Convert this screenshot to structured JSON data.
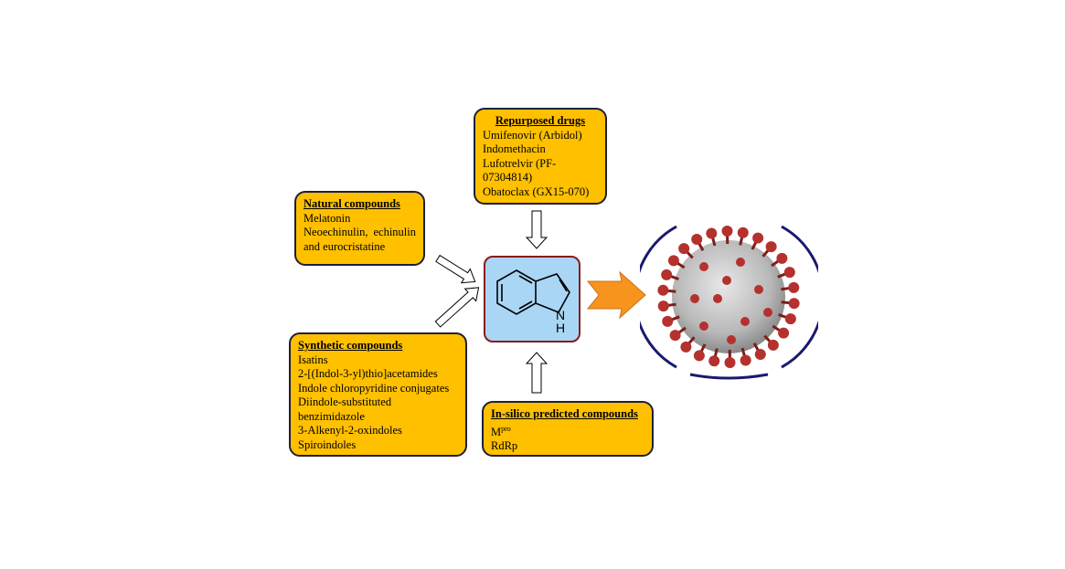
{
  "natural": {
    "title": "Natural compounds",
    "lines": [
      "Melatonin",
      "Neoechinulin, echinulin",
      "and eurocristatine"
    ]
  },
  "repurposed": {
    "title": "Repurposed drugs",
    "lines": [
      "Umifenovir (Arbidol)",
      "Indomethacin",
      "Lufotrelvir (PF-",
      "07304814)",
      "Obatoclax (GX15-070)"
    ]
  },
  "synthetic": {
    "title": "Synthetic compounds",
    "lines": [
      "Isatins",
      "2-[(Indol-3-yl)thio]acetamides",
      "Indole chloropyridine conjugates",
      "Diindole-substituted",
      "benzimidazole",
      "3-Alkenyl-2-oxindoles",
      "Spiroindoles"
    ]
  },
  "insilico": {
    "title": "In-silico predicted compounds",
    "mpro_base": "M",
    "mpro_sup": "pro",
    "rdrp": "RdRp"
  },
  "indole": {
    "n_label": "N",
    "h_label": "H"
  },
  "colors": {
    "box_fill": "#ffc000",
    "indole_fill": "#a9d6f5",
    "indole_border": "#8b1a1a",
    "big_arrow": "#f7941d",
    "virus_ring": "#1a1a6e",
    "virus_spike": "#b5312e",
    "virus_body": "#c9c9c9"
  }
}
